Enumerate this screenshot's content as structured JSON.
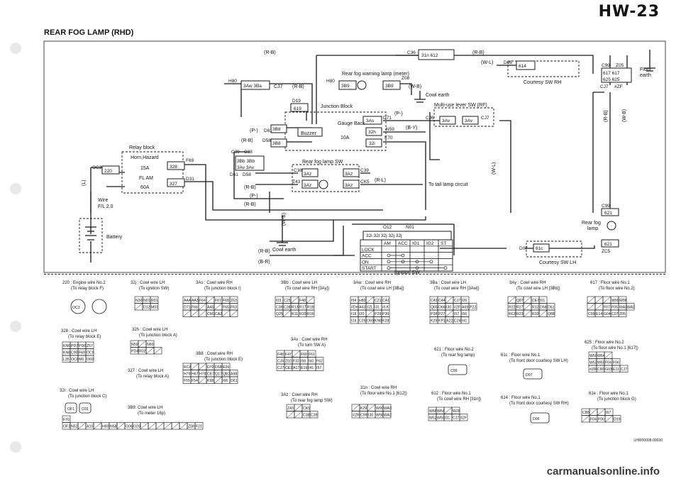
{
  "header": {
    "page_code": "HW-23",
    "section_title": "REAR FOG LAMP (RHD)"
  },
  "wire_labels": {
    "top_rb": "(R-B)",
    "top_rb2": "(R-B)",
    "top_wl": "(W-L)",
    "cj7_rb": "(R-B)",
    "wb": "(W-B)",
    "p_d61": "(P-)",
    "rb_d58": "(R-B)",
    "rb_mid1": "(R-B)",
    "p_mid": "(P-)",
    "rb_mid2": "(R-B)",
    "wb_cowl": "(W-B)",
    "rb_low1": "(R-B)",
    "br_low": "(B-R)",
    "p_cj6": "(P-)",
    "by_n59": "(B-Y)",
    "rl_ck5": "(R-L)",
    "wl_vert": "(W-L)",
    "l_left": "(L)",
    "rb_right": "(R-B)",
    "wb_right": "(W-B)",
    "cj7_label": "CJ7"
  },
  "components": {
    "rear_fog_warning_lamp": "Rear fog warning lamp (meter)",
    "junction_block": "Junction Block",
    "multi_use_lever": "Multi-use lever SW (RF)",
    "buzzer": "Buzzer",
    "gauge_back": "Gauge Back",
    "fuse_10a": "10A",
    "relay_block": "Relay block",
    "horn_hazard": "Horn,Hazard",
    "fuse_15a": "15A",
    "fl_am": "FL AM",
    "fl_60a": "60A",
    "wire_fl": "Wire",
    "wire_fl_size": "F/L 2.0",
    "battery": "Battery",
    "rear_fog_lamp_sw": "Rear fog lamp SW",
    "to_tail": "To tail lamp circuit",
    "cowl_earth_top": "Cowl earth",
    "cowl_earth_mid": "Cowl earth",
    "courtesy_rh": "Courtesy SW RH",
    "courtesy_lh": "Courtesy SW LH",
    "floor_earth_1": "Floor",
    "floor_earth_2": "earth",
    "rear_fog_lamp_1": "Rear fog",
    "rear_fog_lamp_2": "lamp",
    "ignition_sw": "Ignition SW"
  },
  "connectors": {
    "c36": "C36",
    "c36_pins": "31n  612",
    "d06": "D06",
    "d06_pin": "614",
    "h80": "H80",
    "h80_pins": "3Aw  3Ba",
    "h80b": "H80",
    "h80b_pins": "3B9",
    "z08": "Z08",
    "z08_pin": "3B9",
    "d19": "D19",
    "d19_pin": "619",
    "d71": "D71",
    "d71_pin": "3As",
    "cj6": "CJ6",
    "cj6_pin": "3Av",
    "cj7b": "CJ7",
    "cj7b_pin": "3Av",
    "d61": "D61",
    "d61_pin": "3B8",
    "n59": "N59",
    "n59_pin": "32h",
    "e70": "E70",
    "e70_pin": "32i",
    "d58": "D58",
    "d58_pin": "3B8",
    "f69": "F69",
    "f69_pin": "328",
    "oc3": "OC3",
    "oc3_pin": "220",
    "d31": "D31",
    "d31_pin": "327",
    "c39": "C39",
    "c38": "C38",
    "c39_pins": "3Bb  3Bb",
    "c38_pins": "3Av  3Av",
    "d61b": "D61",
    "d58b": "D58",
    "c38b": "C38",
    "c38b_pin": "3Az",
    "c39b": "C39",
    "c39b_pin": "3Az",
    "z43": "Z43",
    "z43_pin": "3Az",
    "ck5": "CK5",
    "ck5_pin": "3Az",
    "c99": "C99",
    "z05": "Z05",
    "cj7c": "CJ7",
    "zf": "#ZF",
    "c99_pins1": "617  617",
    "c99_pins2": "625  625",
    "c99b": "C99",
    "c99b_pin1": "621",
    "c99b_pin2": "621",
    "zc5": "ZC5",
    "d07": "D07",
    "d07_pin": "61c",
    "o12": "O12",
    "n01": "N01",
    "ign_pins": "32i 32l 32j 32j 32j"
  },
  "ignition_table": {
    "headers": [
      "",
      "AM",
      "ACC",
      "IG1",
      "IG2",
      "ST"
    ],
    "rows": [
      {
        "label": "LOCK",
        "dots": []
      },
      {
        "label": "ACC",
        "dots": [
          1,
          2
        ]
      },
      {
        "label": "ON",
        "dots": [
          1,
          2,
          3,
          4
        ]
      },
      {
        "label": "START",
        "dots": [
          1,
          3,
          5
        ]
      }
    ]
  },
  "legend": {
    "l220": "220 : Engine wire No.2",
    "l220s": "(To relay block F)",
    "l32j": "32j : Cowl wire LH",
    "l32js": "(To ignition SW)",
    "l3as": "3As : Cowl wire RH",
    "l3ass": "(To junction block I)",
    "l3bb": "3Bb : Cowl wire LH",
    "l3bbs": "(To cowl wire RH [3Ay])",
    "l3aw": "3Aw : Cowl wire RH",
    "l3aws": "(To cowl wire LH [3Ba])",
    "l3ba": "3Ba : Cowl wire LH",
    "l3bas": "(To cowl wire RH [3Aw])",
    "l3ay": "3Ay : Cowl wire RH",
    "l3ays": "(To cowl wire LH [3Bb])",
    "l617": "617 : Floor wire No.1",
    "l617s": "(To floor wire No.2)",
    "l328": "328 : Cowl wire LH",
    "l328s": "(To relay block E)",
    "l32h": "32h : Cowl wire LH",
    "l32hs": "(To junction block A)",
    "l3b8": "3B8 : Cowl wire RH",
    "l3b8s": "(To junction block E)",
    "l3av": "3Av : Cowl wire RH",
    "l3avs": "(To turn SW A)",
    "l621": "621 : Floor wire No.2",
    "l621s": "(To rear fog lamp)",
    "l61c": "61c : Floor wire No.1",
    "l61cs": "(To front door courtesy SW LH)",
    "l625": "625 : Floor wire No.2",
    "l625s": "(To floor wire No.1 [617])",
    "l327": "327 : Cowl wire LH",
    "l327s": "(To relay block A)",
    "l32i": "32i : Cowl wire LH",
    "l32is": "(To junction block C)",
    "l3b9": "3B9: Cowl wire LH",
    "l3b9s": "(To meter 16p)",
    "l3az": "3Az : Cowl wire RH",
    "l3azs": "(To rear fog lamp SW)",
    "l31n": "31n : Cowl wire RH",
    "l31ns": "(To floor wire No.1 [612])",
    "l612": "612 : Floor wire No.1",
    "l612s": "(To cowl wire RH [31n])",
    "l614": "614 : Floor wire No.1",
    "l614s": "(To front door courtesy SW RH)",
    "l61e": "61e : Floor wire No.1",
    "l61es": "(To junction block G)"
  },
  "grids": {
    "oc3": [
      "OC3"
    ],
    "g32j": [
      [
        "N30",
        "N01",
        "R01"
      ],
      [
        "",
        "D12",
        "M01"
      ]
    ],
    "g3as": [
      [
        "AA4",
        "AA3",
        "F64",
        "",
        "F67",
        "F68",
        "Z63"
      ],
      [
        "D71",
        "F66",
        "",
        "AA5",
        "",
        "F65",
        "F63"
      ],
      [
        "",
        "",
        "",
        "CM1",
        "CA2",
        "",
        ""
      ]
    ],
    "g3bb": [
      [
        "I03",
        "C25",
        "",
        "F48",
        ""
      ],
      [
        "C39",
        "C38",
        "R13",
        "R17",
        "R18"
      ],
      [
        "Q25",
        "",
        "R11",
        "R20",
        "R16"
      ]
    ],
    "g3aw": [
      [
        "I54",
        "H80",
        "",
        "C21",
        "CA1"
      ],
      [
        "#DH",
        "A63",
        "#ZL",
        "I31",
        "#LK"
      ],
      [
        "I18",
        "I20",
        "",
        "P29",
        "P30"
      ],
      [
        "I24",
        "C26",
        "O69",
        "KN8",
        "K28"
      ]
    ],
    "g3ba": [
      [
        "C43",
        "C44",
        "",
        "CJ7",
        "I26"
      ],
      [
        "Q65",
        "O66",
        "I30",
        "#ZF",
        "A69",
        "P22"
      ],
      [
        "P28",
        "P27",
        "",
        "I57",
        "I56"
      ],
      [
        "K29",
        "KP1",
        "A22",
        "C24",
        "I41"
      ]
    ],
    "g3ay": [
      [
        "",
        "Q87",
        "",
        "CE7",
        "I01"
      ],
      [
        "R22",
        "R27",
        "",
        "R12",
        "D58",
        "D61"
      ],
      [
        "RC8",
        "R23",
        "",
        "R10",
        "",
        "Q88"
      ]
    ],
    "g617": [
      [
        "",
        "",
        "",
        "W99",
        "W98"
      ],
      [
        "",
        "",
        "F07",
        "F05",
        "WA3",
        "WA2"
      ],
      [
        "C99",
        "E14",
        "G04",
        "C07",
        "Z05"
      ]
    ],
    "g328": [
      [
        "KN6",
        "PD7",
        "PD6",
        "Z57"
      ],
      [
        "KN8",
        "C90",
        "F69",
        "OC9"
      ],
      [
        "L35",
        "OC8",
        "M6",
        "O69"
      ]
    ],
    "g32h": [
      [
        "N59",
        "",
        "N60"
      ],
      [
        "PD4",
        "R02",
        "",
        ""
      ]
    ],
    "g3b8": [
      [
        "RC8",
        "",
        "",
        "D72",
        "D58",
        "E26"
      ],
      [
        "H79",
        "H67",
        "H78",
        "CE7",
        "Q17",
        "QB2",
        "A98"
      ],
      [
        "F55",
        "F54",
        "",
        "K98",
        "",
        "I66",
        "D61"
      ]
    ],
    "g3av": [
      [
        "F48",
        "F47",
        "",
        "F60",
        "F61"
      ],
      [
        "CJ6",
        "Z02",
        "F32",
        "I56",
        "I60",
        "F62"
      ],
      [
        "CJ7",
        "CE2",
        "A17",
        "E19",
        "I41",
        "I57"
      ]
    ],
    "g621": [
      "C99"
    ],
    "g61c": [
      "D07"
    ],
    "g625": [
      [
        "W50",
        "W64",
        ""
      ],
      [
        "W52",
        "W60",
        "F04",
        "F06"
      ],
      [
        "#ZR",
        "C80",
        "G03",
        "E11",
        "CJ7"
      ]
    ],
    "g32i": [
      "OF1",
      "O31"
    ],
    "g3b9": [
      [
        "F70"
      ],
      [
        "OF2",
        "N52",
        "",
        "A10",
        "",
        "H80",
        "N58",
        "",
        "G06",
        "O20",
        "",
        "",
        "",
        "",
        "",
        "",
        "Z08",
        "F21"
      ]
    ],
    "g3az": [
      [
        "Z43",
        "",
        "CK5"
      ],
      [
        "",
        "",
        "C38",
        "C39"
      ]
    ],
    "g31n": [
      [
        "",
        "K29",
        "",
        "W99",
        "WA3"
      ],
      [
        "#ZR",
        "C99",
        "I30",
        "W98",
        "WA2"
      ]
    ],
    "g612": [
      [
        "W66",
        "W64",
        "",
        "W28"
      ],
      [
        "W52",
        "W50",
        "I31",
        "CJ7",
        "#ZF"
      ]
    ],
    "g614": [
      "D06"
    ],
    "g61e": [
      [
        "C80",
        "",
        "",
        "I67"
      ],
      [
        "",
        "F04",
        "F06",
        "",
        "D19"
      ]
    ]
  },
  "misc": {
    "doc_code": "LHW00008-00030",
    "footer": "carmanualsonline.info"
  }
}
